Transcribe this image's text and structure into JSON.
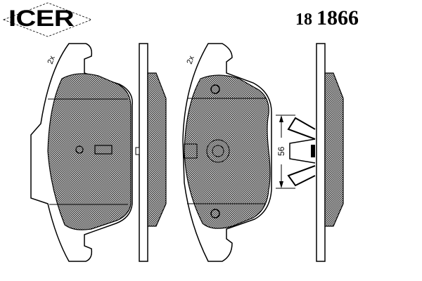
{
  "header": {
    "brand": "ICER",
    "part_number_prefix": "18",
    "part_number": "1866"
  },
  "drawing": {
    "left_pad": {
      "quantity_label": "2x"
    },
    "right_pad": {
      "quantity_label": "2x"
    },
    "dimension": {
      "value": "56"
    },
    "colors": {
      "line": "#000000",
      "friction_fill": "#8a8a8a",
      "background": "#ffffff"
    }
  }
}
